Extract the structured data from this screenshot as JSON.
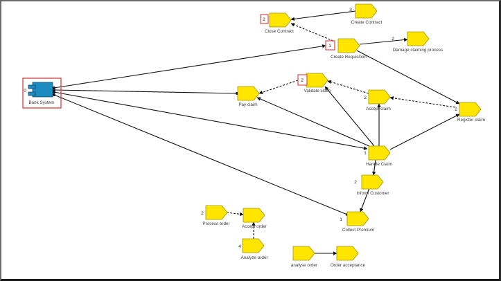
{
  "diagram": {
    "colors": {
      "process_fill": "#ffe500",
      "process_stroke": "#a39200",
      "component_fill": "#1b8bc0",
      "component_stroke": "#0e4f70",
      "highlight": "#e04a4a",
      "edge": "#111111"
    },
    "nodes": [
      {
        "id": "bank-system",
        "label": "Bank System",
        "number": "0",
        "kind": "component",
        "highlighted": true
      },
      {
        "id": "close-contract",
        "label": "Close Contract",
        "number": "2",
        "kind": "process",
        "highlighted": true
      },
      {
        "id": "create-contract",
        "label": "Create Contract",
        "number": "3",
        "kind": "process",
        "highlighted": false
      },
      {
        "id": "create-requisition",
        "label": "Create Requisition",
        "number": "1",
        "kind": "process",
        "highlighted": true
      },
      {
        "id": "damage-claiming-process",
        "label": "Damage claiming process",
        "number": "2",
        "kind": "process",
        "highlighted": false
      },
      {
        "id": "pay-claim",
        "label": "Pay claim",
        "number": "",
        "kind": "process",
        "highlighted": false
      },
      {
        "id": "validate-claim",
        "label": "Validate claim",
        "number": "2",
        "kind": "process",
        "highlighted": true
      },
      {
        "id": "accept-claim",
        "label": "Accept claim",
        "number": "2",
        "kind": "process",
        "highlighted": false
      },
      {
        "id": "register-claim",
        "label": "Register claim",
        "number": "2",
        "kind": "process",
        "highlighted": false
      },
      {
        "id": "handle-claim",
        "label": "Handle Claim",
        "number": "1",
        "kind": "process",
        "highlighted": false
      },
      {
        "id": "inform-customer",
        "label": "Inform Customer",
        "number": "2",
        "kind": "process",
        "highlighted": false
      },
      {
        "id": "collect-premium",
        "label": "Collect Premium",
        "number": "1",
        "kind": "process",
        "highlighted": false
      },
      {
        "id": "process-order",
        "label": "Process order",
        "number": "2",
        "kind": "process",
        "highlighted": false
      },
      {
        "id": "accept-order",
        "label": "Accept order",
        "number": "",
        "kind": "process",
        "highlighted": false
      },
      {
        "id": "analyze-order",
        "label": "Analyze order",
        "number": "4",
        "kind": "process",
        "highlighted": false
      },
      {
        "id": "analyse-order",
        "label": "analyse order",
        "number": "",
        "kind": "process",
        "highlighted": false
      },
      {
        "id": "order-acceptance",
        "label": "Order acceptance",
        "number": "",
        "kind": "process",
        "highlighted": false
      }
    ],
    "edges": [
      {
        "from": "create-contract",
        "to": "close-contract",
        "style": "solid"
      },
      {
        "from": "create-requisition",
        "to": "close-contract",
        "style": "dashed"
      },
      {
        "from": "bank-system",
        "to": "create-requisition",
        "style": "solid"
      },
      {
        "from": "create-requisition",
        "to": "damage-claiming-process",
        "style": "solid"
      },
      {
        "from": "create-requisition",
        "to": "register-claim",
        "style": "solid"
      },
      {
        "from": "bank-system",
        "to": "pay-claim",
        "style": "solid"
      },
      {
        "from": "validate-claim",
        "to": "pay-claim",
        "style": "dashed"
      },
      {
        "from": "accept-claim",
        "to": "validate-claim",
        "style": "dashed"
      },
      {
        "from": "register-claim",
        "to": "accept-claim",
        "style": "dashed"
      },
      {
        "from": "handle-claim",
        "to": "pay-claim",
        "style": "solid"
      },
      {
        "from": "handle-claim",
        "to": "validate-claim",
        "style": "solid"
      },
      {
        "from": "handle-claim",
        "to": "accept-claim",
        "style": "solid"
      },
      {
        "from": "handle-claim",
        "to": "register-claim",
        "style": "solid"
      },
      {
        "from": "bank-system",
        "to": "handle-claim",
        "style": "solid"
      },
      {
        "from": "bank-system",
        "to": "collect-premium",
        "style": "solid"
      },
      {
        "from": "handle-claim",
        "to": "inform-customer",
        "style": "solid"
      },
      {
        "from": "inform-customer",
        "to": "collect-premium",
        "style": "solid"
      },
      {
        "from": "process-order",
        "to": "accept-order",
        "style": "dashed"
      },
      {
        "from": "analyze-order",
        "to": "accept-order",
        "style": "dashed"
      },
      {
        "from": "analyse-order",
        "to": "order-acceptance",
        "style": "solid"
      }
    ]
  }
}
